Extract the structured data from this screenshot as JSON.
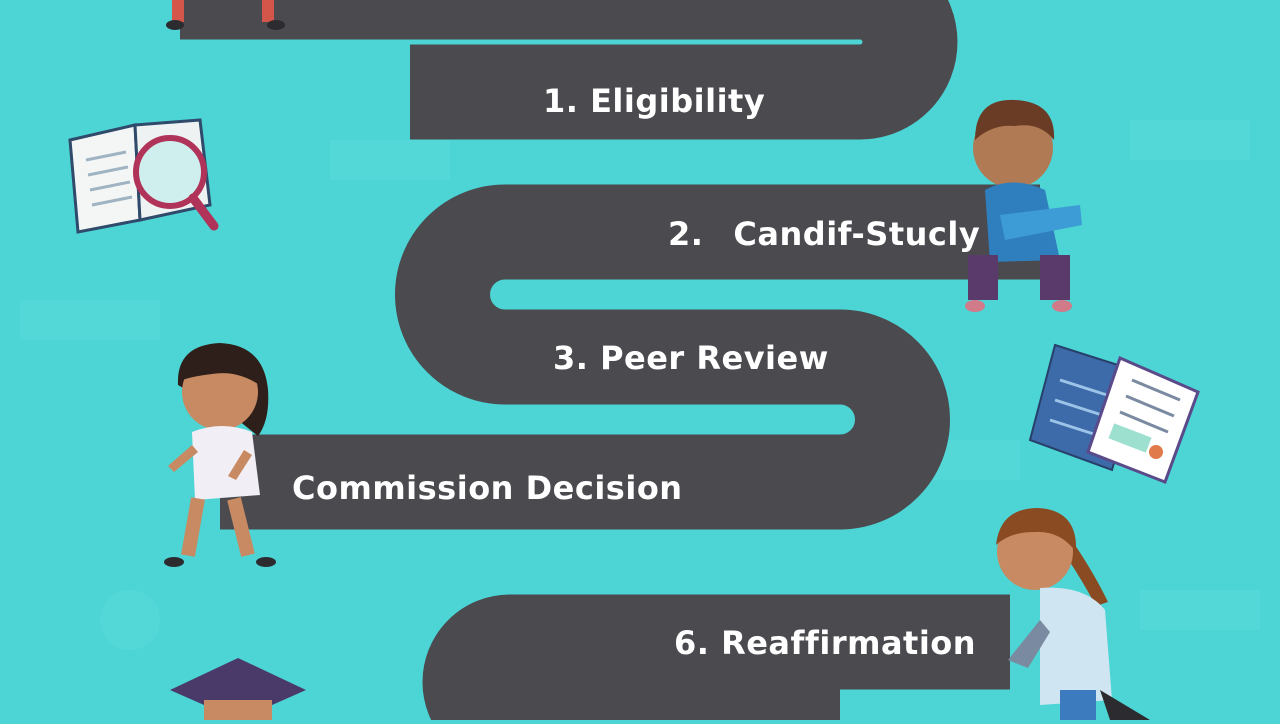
{
  "steps": [
    {
      "number": "1.",
      "label": "Eligibility"
    },
    {
      "number": "2.",
      "label": "Candif-Stucly"
    },
    {
      "number": "3.",
      "label": "Peer Review"
    },
    {
      "number": "",
      "label": "Commission Decision"
    },
    {
      "number": "6.",
      "label": "Reaffirmation"
    }
  ],
  "colors": {
    "background": "#4dd4d4",
    "road": "#4a4a4f",
    "label": "#ffffff"
  }
}
